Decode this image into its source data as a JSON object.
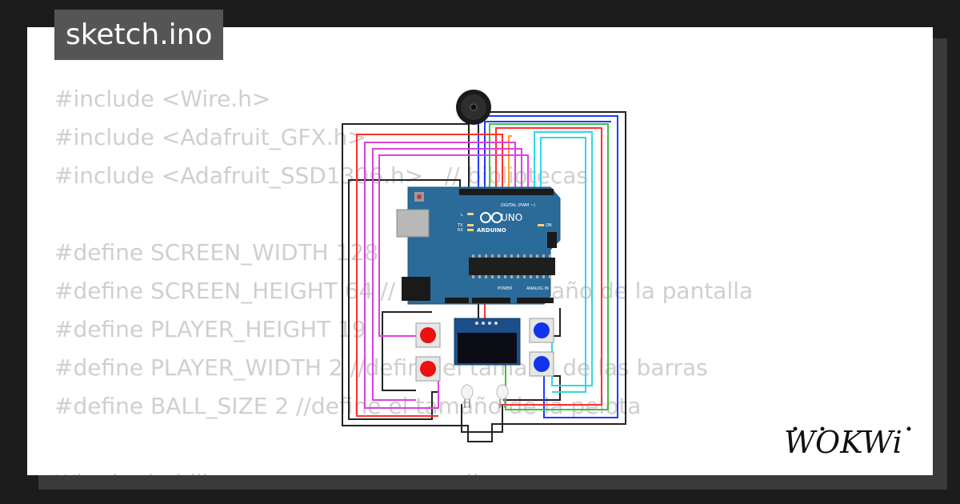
{
  "file_tab": {
    "title": "sketch.ino"
  },
  "code_lines": [
    "#include <Wire.h>",
    "#include <Adafruit_GFX.h>",
    "#include <Adafruit_SSD1306.h>   // bibliotecas",
    "",
    "#define SCREEN_WIDTH 128",
    "#define SCREEN_HEIGHT 64 // define el tamaño de la pantalla",
    "#define PLAYER_HEIGHT 19",
    "#define PLAYER_WIDTH 2 //define el tamaño de las barras",
    "#define BALL_SIZE 2 //define el tamaño de la pelota",
    "",
    "Wire.h   habilita...   ...   ...   ...   pantalla"
  ],
  "arduino": {
    "brand": "ARDUINO",
    "model": "UNO",
    "digital_header": "DIGITAL (PWM ~)",
    "power_header": "POWER",
    "analog_header": "ANALOG IN",
    "led_labels": [
      "L",
      "TX",
      "RX"
    ],
    "on_label": "ON"
  },
  "colors": {
    "board": "#2a6b9a",
    "wire_red": "#ff3030",
    "wire_blue": "#1e3cff",
    "wire_green": "#40c040",
    "wire_magenta": "#e040e0",
    "wire_cyan": "#30d8e8",
    "wire_orange": "#ffa020",
    "wire_black": "#222222",
    "button_red": "#ee1111",
    "button_blue": "#1133ee"
  },
  "logo": {
    "text": "WOKWi"
  }
}
